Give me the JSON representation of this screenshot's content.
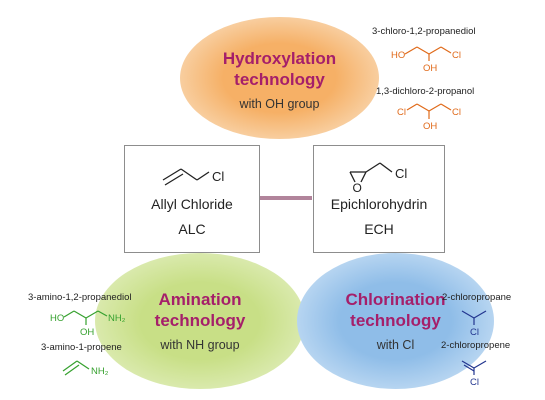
{
  "hydroxylation": {
    "title_line1": "Hydroxylation",
    "title_line2": "technology",
    "subtitle": "with OH group",
    "compounds": [
      {
        "name": "3-chloro-1,2-propanediol",
        "atoms": [
          "HO",
          "OH",
          "Cl"
        ]
      },
      {
        "name": "1,3-dichloro-2-propanol",
        "atoms": [
          "Cl",
          "OH",
          "Cl"
        ]
      }
    ]
  },
  "center": {
    "alc": {
      "line1": "Allyl Chloride",
      "line2": "ALC",
      "atom": "Cl"
    },
    "ech": {
      "line1": "Epichlorohydrin",
      "line2": "ECH",
      "atoms": [
        "Cl",
        "O"
      ]
    }
  },
  "amination": {
    "title_line1": "Amination",
    "title_line2": "technology",
    "subtitle": "with NH group",
    "compounds": [
      {
        "name": "3-amino-1,2-propanediol",
        "atoms": [
          "HO",
          "OH",
          "NH₂"
        ]
      },
      {
        "name": "3-amino-1-propene",
        "atoms": [
          "NH₂"
        ]
      }
    ]
  },
  "chlorination": {
    "title_line1": "Chlorination",
    "title_line2": "technology",
    "subtitle": "with Cl",
    "compounds": [
      {
        "name": "2-chloropropane",
        "atoms": [
          "Cl"
        ]
      },
      {
        "name": "2-chloropropene",
        "atoms": [
          "Cl"
        ]
      }
    ]
  },
  "colors": {
    "title": "#a51f6a",
    "hydroxylation_structure": "#e06a1a",
    "amination_structure": "#36a12f",
    "chlorination_structure": "#22358f",
    "connector": "#b1849b"
  }
}
